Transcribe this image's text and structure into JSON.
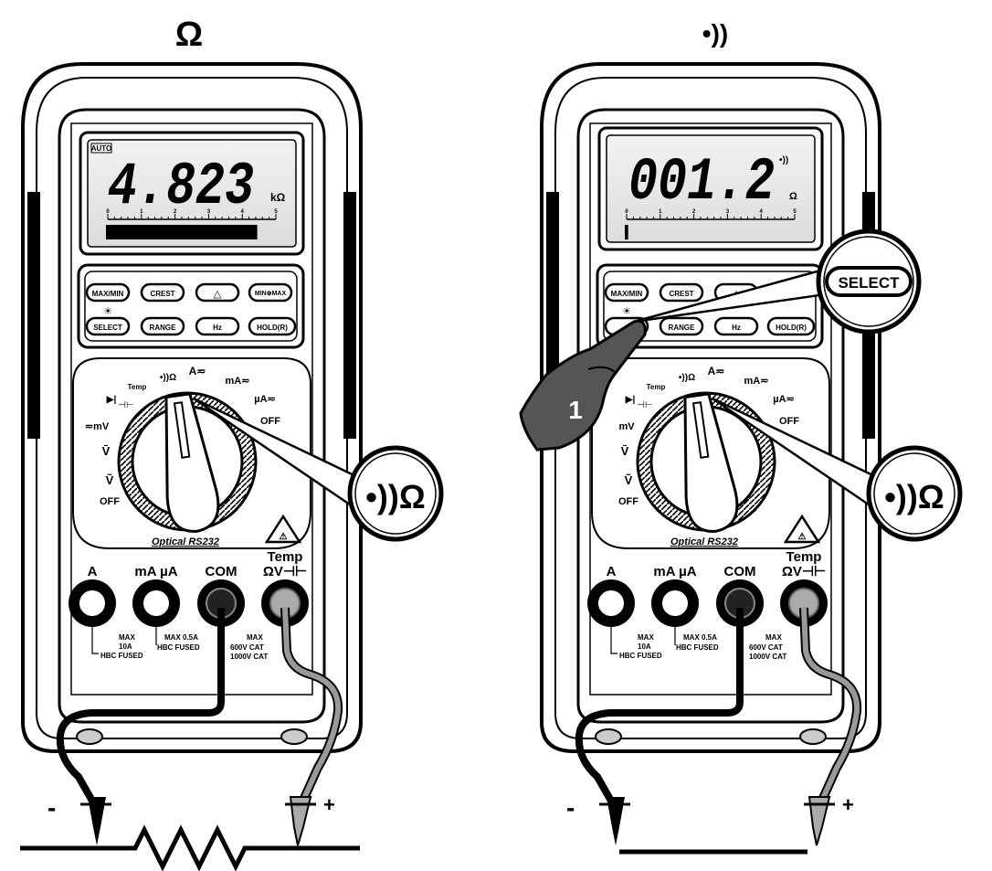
{
  "meters": [
    {
      "heading": "Ω",
      "display": {
        "auto_badge": "AUTO",
        "reading": "4.823",
        "unit": "kΩ",
        "scale_ticks": [
          "0",
          "1",
          "2",
          "3",
          "4",
          "5"
        ],
        "bargraph_fill": 0.9,
        "cont_symbol": ""
      },
      "buttons": {
        "max_min": "MAX/MIN",
        "crest": "CREST",
        "delta": "△",
        "minmax_icon": "MIN⊕MAX",
        "backlight": "☀",
        "select": "SELECT",
        "range": "RANGE",
        "hz": "Hz",
        "hold": "HOLD(R)"
      },
      "dial_labels": {
        "ohm": "•))Ω",
        "temp": "Temp",
        "diode": "▶|",
        "cap": "⊣⊢",
        "a": "A≂",
        "ma": "mA≂",
        "ua": "µA≂",
        "off_right": "OFF",
        "mv": "≂mV",
        "vdc": "V̄",
        "vac": "Ṽ",
        "off_left": "OFF"
      },
      "callout": "•))Ω",
      "brand": "Optical RS232",
      "jacks": {
        "a": "A",
        "ma_ua": "mA µA",
        "com": "COM",
        "temp": "Temp",
        "ohm_v": "ΩV⊣⊢"
      },
      "ratings": {
        "a_max": "MAX",
        "a_amps": "10A",
        "a_fused": "HBC FUSED",
        "ma_max": "MAX 0.5A",
        "ma_fused": "HBC FUSED",
        "v_max": "MAX",
        "v_cat2": "600V CAT",
        "v_cat1": "1000V CAT"
      },
      "probe_minus": "-",
      "probe_plus": "+",
      "step": "",
      "select_callout": ""
    },
    {
      "heading": "•))",
      "display": {
        "auto_badge": "",
        "reading": "001.2",
        "unit": "Ω",
        "scale_ticks": [
          "0",
          "1",
          "2",
          "3",
          "4",
          "5"
        ],
        "bargraph_fill": 0.02,
        "cont_symbol": "•))"
      },
      "buttons": {
        "max_min": "MAX/MIN",
        "crest": "CREST",
        "delta": "△",
        "minmax_icon": "",
        "backlight": "☀",
        "select": "",
        "range": "RANGE",
        "hz": "Hz",
        "hold": "HOLD(R)"
      },
      "dial_labels": {
        "ohm": "•))Ω",
        "temp": "Temp",
        "diode": "▶|",
        "cap": "⊣⊢",
        "a": "A≂",
        "ma": "mA≂",
        "ua": "µA≂",
        "off_right": "OFF",
        "mv": "mV",
        "vdc": "V̄",
        "vac": "Ṽ",
        "off_left": "OFF"
      },
      "callout": "•))Ω",
      "brand": "Optical RS232",
      "jacks": {
        "a": "A",
        "ma_ua": "mA µA",
        "com": "COM",
        "temp": "Temp",
        "ohm_v": "ΩV⊣⊢"
      },
      "ratings": {
        "a_max": "MAX",
        "a_amps": "10A",
        "a_fused": "HBC FUSED",
        "ma_max": "MAX 0.5A",
        "ma_fused": "HBC FUSED",
        "v_max": "MAX",
        "v_cat2": "600V CAT",
        "v_cat1": "1000V CAT"
      },
      "probe_minus": "-",
      "probe_plus": "+",
      "step": "1",
      "select_callout": "SELECT"
    }
  ]
}
